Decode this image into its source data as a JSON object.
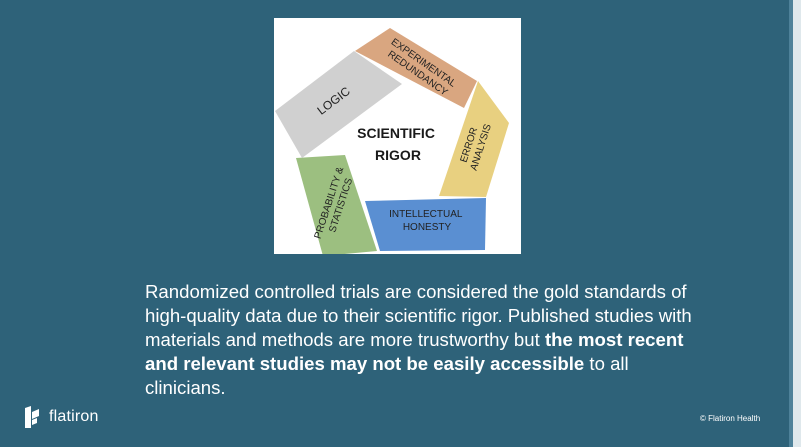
{
  "diagram": {
    "center_line1": "SCIENTIFIC",
    "center_line2": "RIGOR",
    "segments": [
      {
        "line1": "EXPERIMENTAL",
        "line2": "REDUNDANCY",
        "color": "#d9a680"
      },
      {
        "line1": "ERROR",
        "line2": "ANALYSIS",
        "color": "#e8d080"
      },
      {
        "line1": "INTELLECTUAL",
        "line2": "HONESTY",
        "color": "#5a8fd2"
      },
      {
        "line1": "PROBABILITY &",
        "line2": "STATISTICS",
        "color": "#9cbf80"
      },
      {
        "line1": "LOGIC",
        "line2": "",
        "color": "#d0d0d0"
      }
    ]
  },
  "body": {
    "p1": "Randomized controlled trials are considered the gold standards of high-quality data due to their scientific rigor. Published studies with materials and methods are more trustworthy but ",
    "bold": "the most recent and relevant studies may not be easily accessible",
    "p2": " to all clinicians."
  },
  "footer": {
    "brand": "flatiron",
    "copyright": "© Flatiron Health"
  },
  "colors": {
    "background": "#2e6279",
    "text": "#ffffff"
  }
}
